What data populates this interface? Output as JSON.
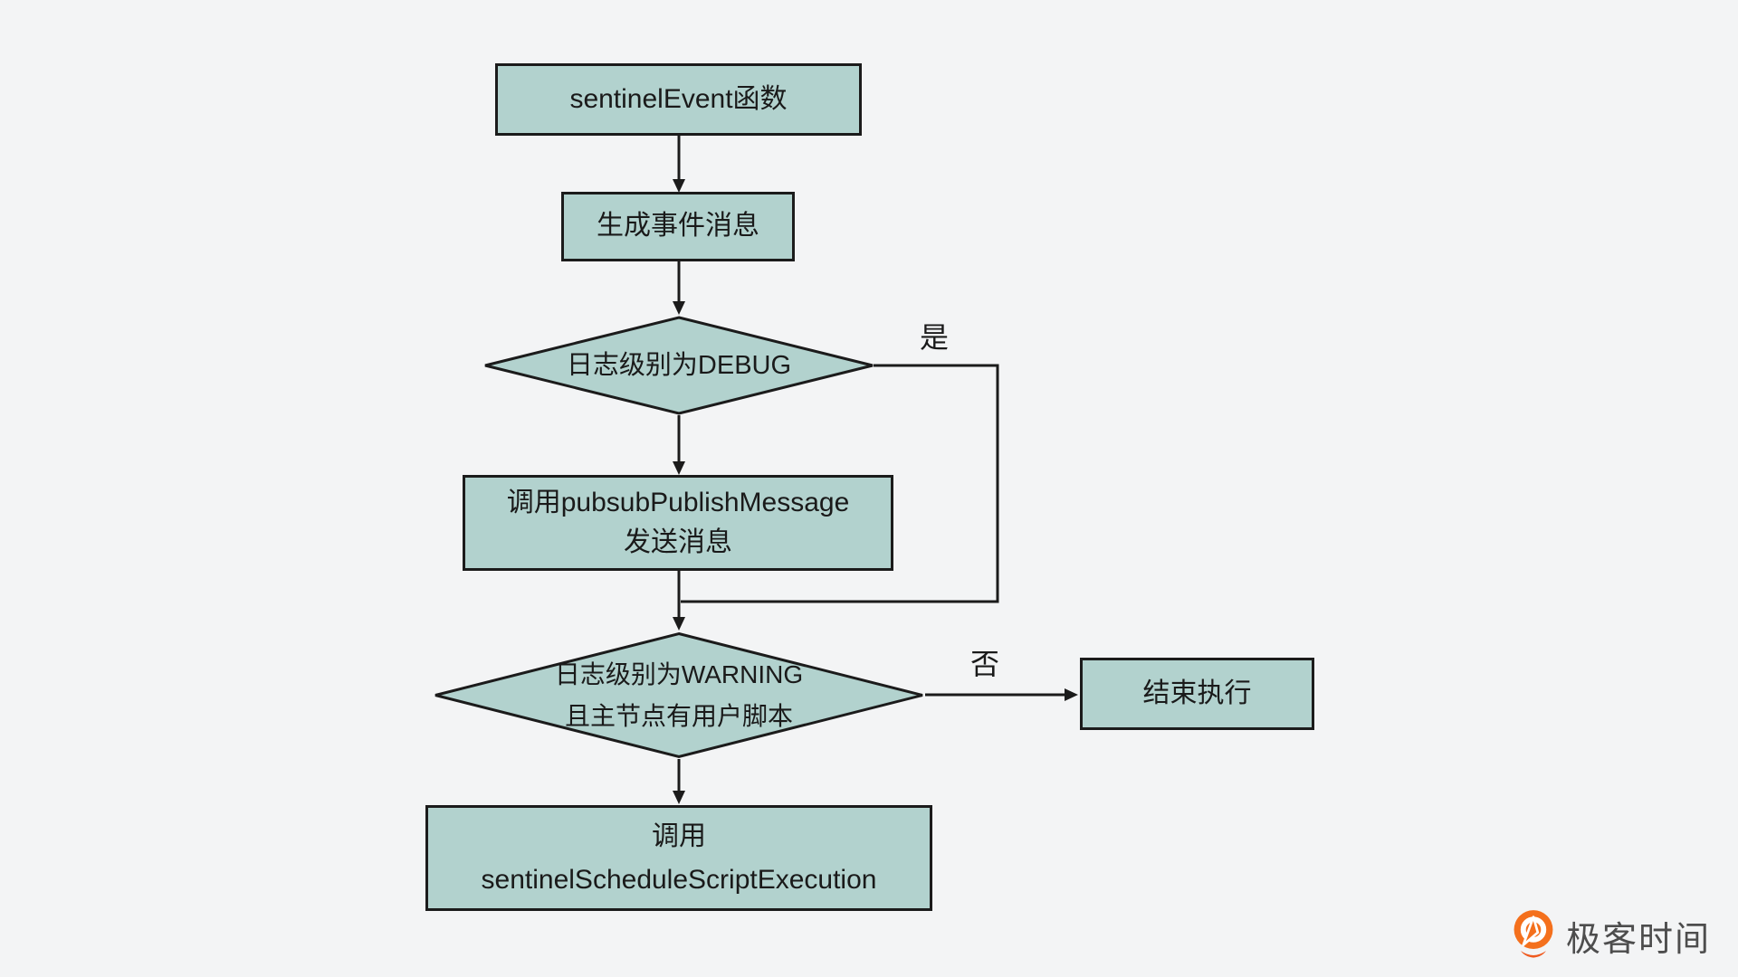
{
  "page": {
    "background": "#f3f4f5"
  },
  "palette": {
    "node_fill": "#b2d2ce",
    "node_border": "#1b1b1b",
    "connector": "#1b1b1b",
    "text": "#1a1a1a"
  },
  "flowchart": {
    "nodes": {
      "start": {
        "label": "sentinelEvent函数"
      },
      "generate_message": {
        "label": "生成事件消息"
      },
      "debug_check": {
        "label": "日志级别为DEBUG"
      },
      "publish_message": {
        "label": "调用pubsubPublishMessage\n发送消息"
      },
      "warning_check": {
        "label": "日志级别为WARNING\n且主节点有用户脚本"
      },
      "end_execution": {
        "label": "结束执行"
      },
      "schedule_script": {
        "label": "调用\nsentinelScheduleScriptExecution"
      }
    },
    "edge_labels": {
      "yes": "是",
      "no": "否"
    }
  },
  "watermark": {
    "brand": "极客时间",
    "icon": "geektime-logo-icon",
    "icon_color": "#f4701d",
    "text_color": "#4d4d4d"
  }
}
